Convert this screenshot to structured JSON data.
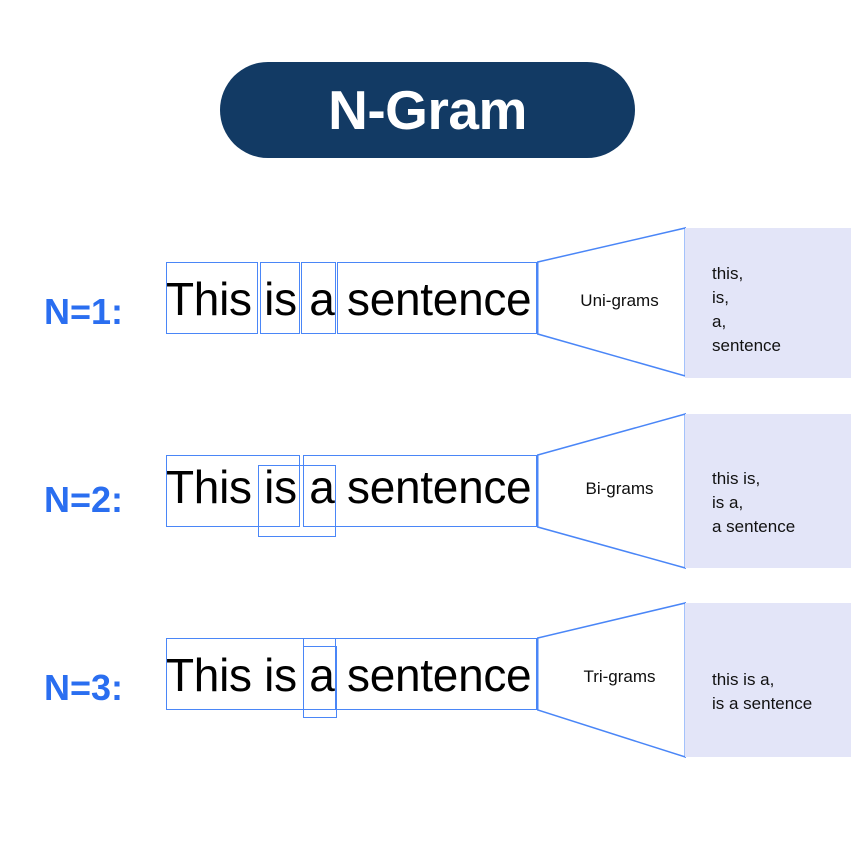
{
  "title": {
    "label": "N-Gram",
    "badge_color": "#123a64",
    "text_color": "#ffffff"
  },
  "colors": {
    "accent_blue": "#2a6ef0",
    "box_border": "#4a86f7",
    "panel_bg": "#e3e5f8",
    "text_black": "#000000",
    "background": "#ffffff"
  },
  "rows": [
    {
      "n_label": "N=1:",
      "sentence": "This is a sentence",
      "funnel_label": "Uni-grams",
      "output": "this,\nis,\na,\nsentence",
      "grams": [
        "this",
        "is",
        "a",
        "sentence"
      ]
    },
    {
      "n_label": "N=2:",
      "sentence": "This is a sentence",
      "funnel_label": "Bi-grams",
      "output": "this is,\nis a,\na sentence",
      "grams": [
        "this is",
        "is a",
        "a sentence"
      ]
    },
    {
      "n_label": "N=3:",
      "sentence": "This is a sentence",
      "funnel_label": "Tri-grams",
      "output": "this is a,\nis a sentence",
      "grams": [
        "this is a",
        "is a sentence"
      ]
    }
  ]
}
